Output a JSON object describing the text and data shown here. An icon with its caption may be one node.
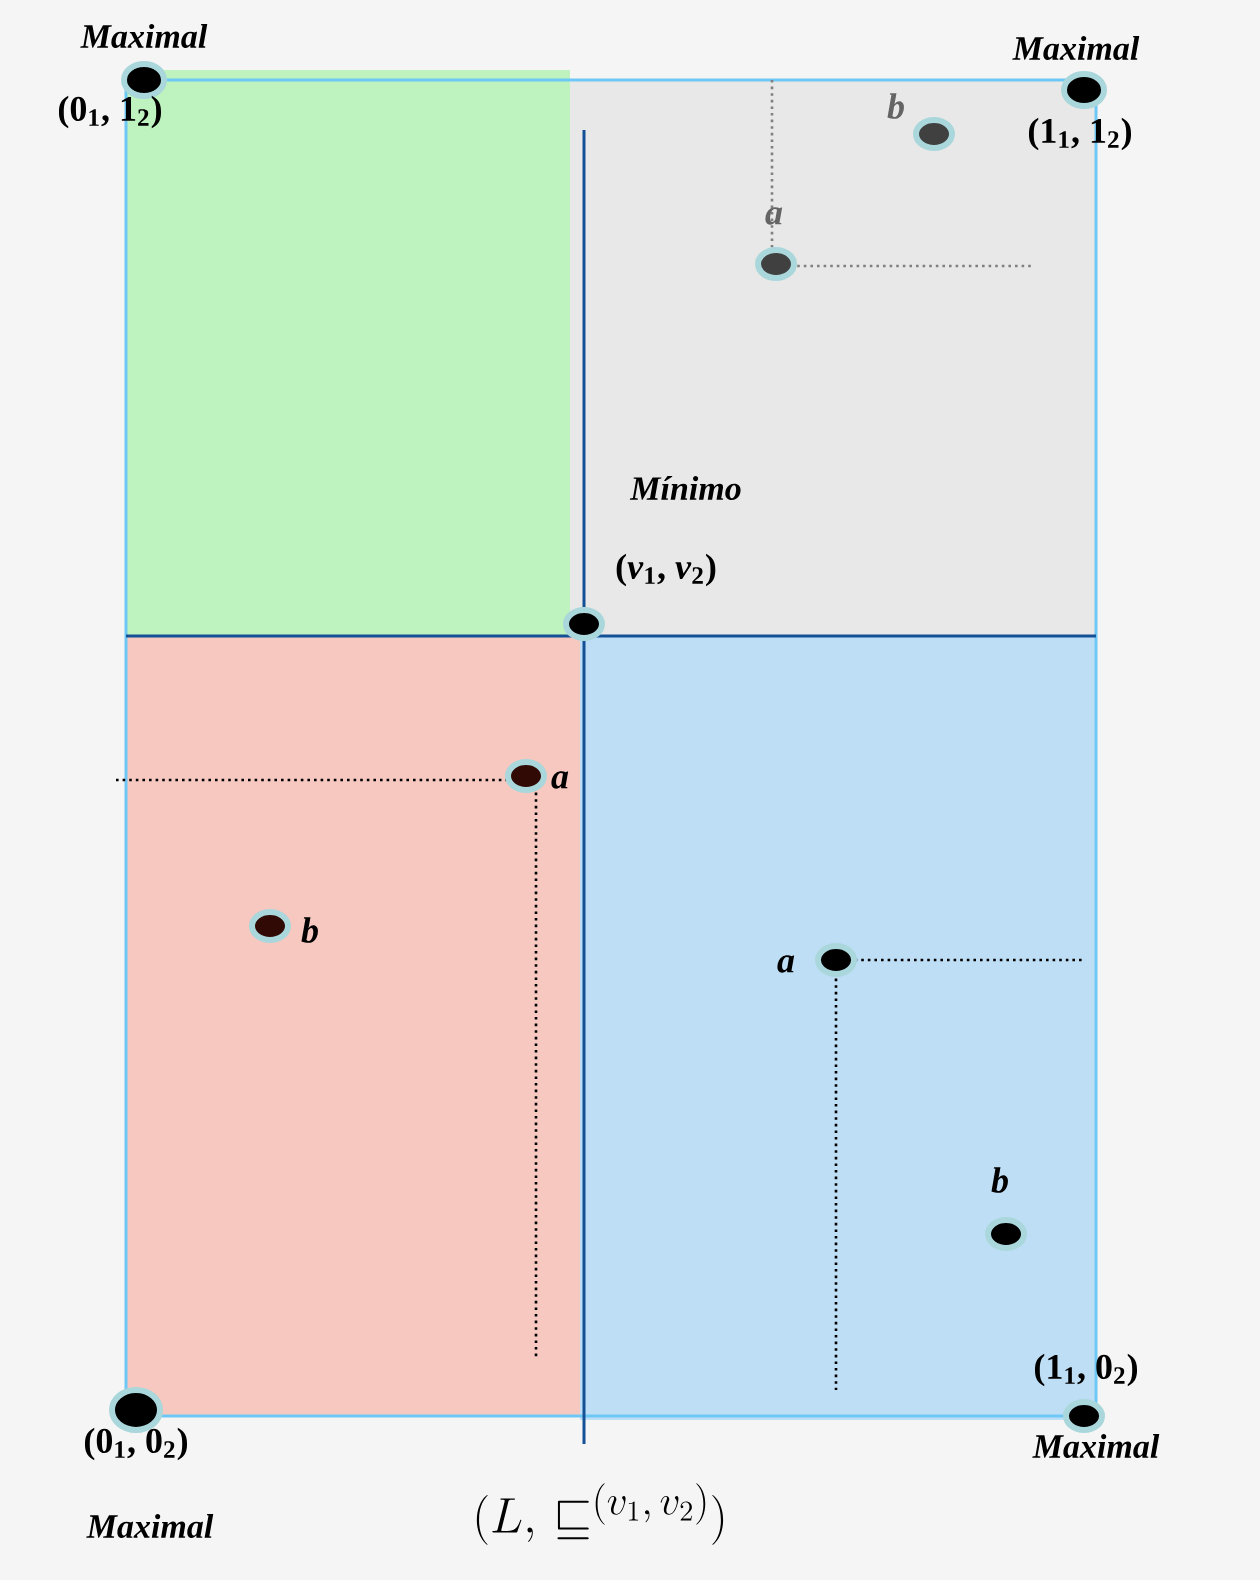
{
  "diagram": {
    "labels": [
      "Maximal",
      "(0$_{1}$, 1$_{2}$)",
      "Maximal",
      "b",
      "(1$_{1}$, 1$_{2}$)",
      "a",
      "Mínimo",
      "(*v*$_{1}$, *v*$_{2}$)",
      "a",
      "b",
      "a",
      "b",
      "(1$_{1}$, 0$_{2}$)",
      "(0$_{1}$, 0$_{2}$)",
      "Maximal",
      "Maximal"
    ],
    "caption": "(L,\\, \\sqsubseteq^{(v_1,\\, v_2)})"
  }
}
